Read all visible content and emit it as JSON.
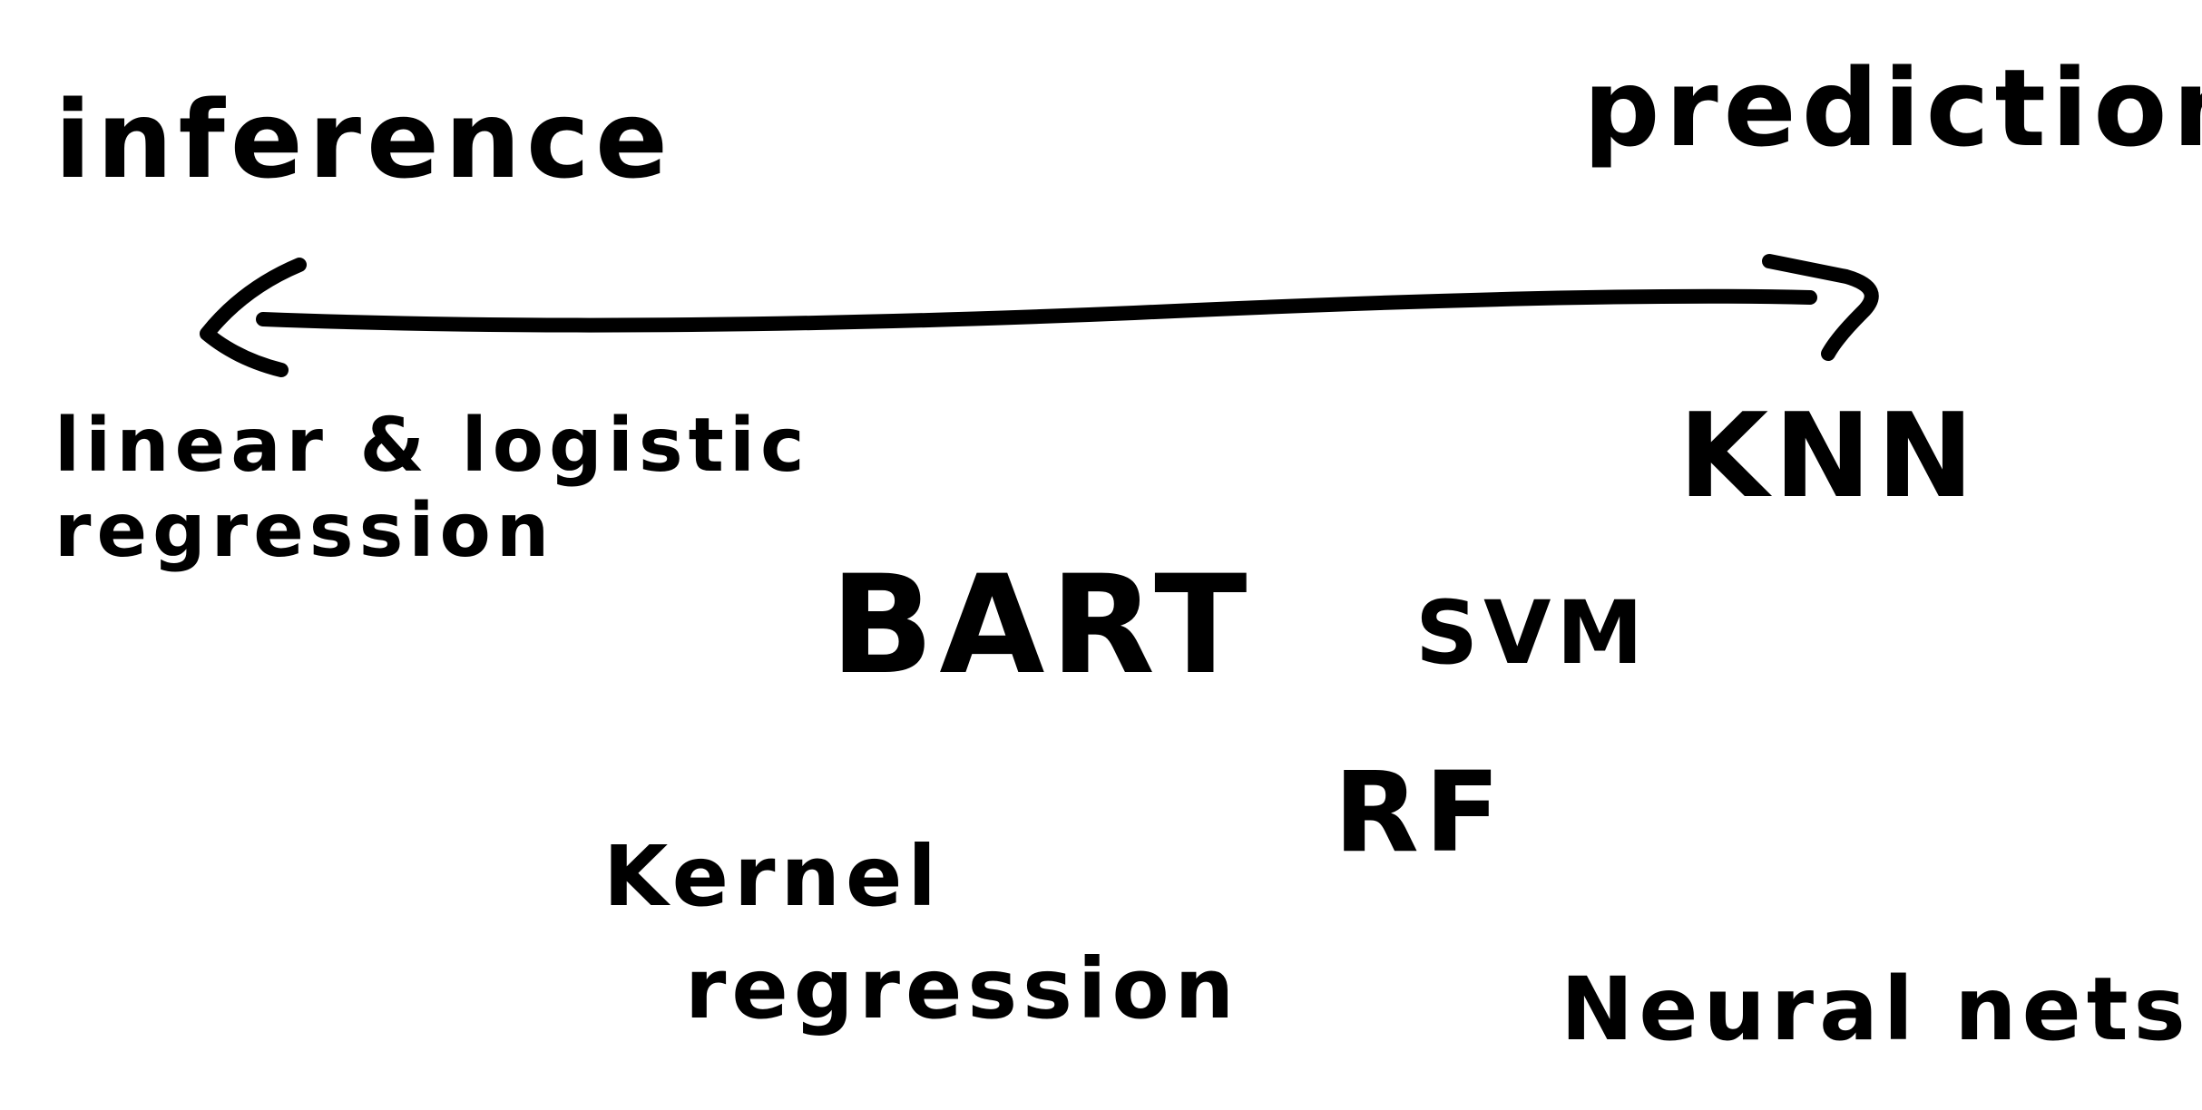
{
  "diagram": {
    "axis": {
      "left_label": "inference",
      "right_label": "prediction"
    },
    "methods": {
      "linear_logistic": [
        "linear & logistic",
        "regression"
      ],
      "knn": "KNN",
      "bart": "BART",
      "svm": "SVM",
      "rf": "RF",
      "kernel_regression": [
        "Kernel",
        "regression"
      ],
      "neural_nets": "Neural nets"
    },
    "colors": {
      "ink": "#000000",
      "background": "#ffffff"
    }
  }
}
